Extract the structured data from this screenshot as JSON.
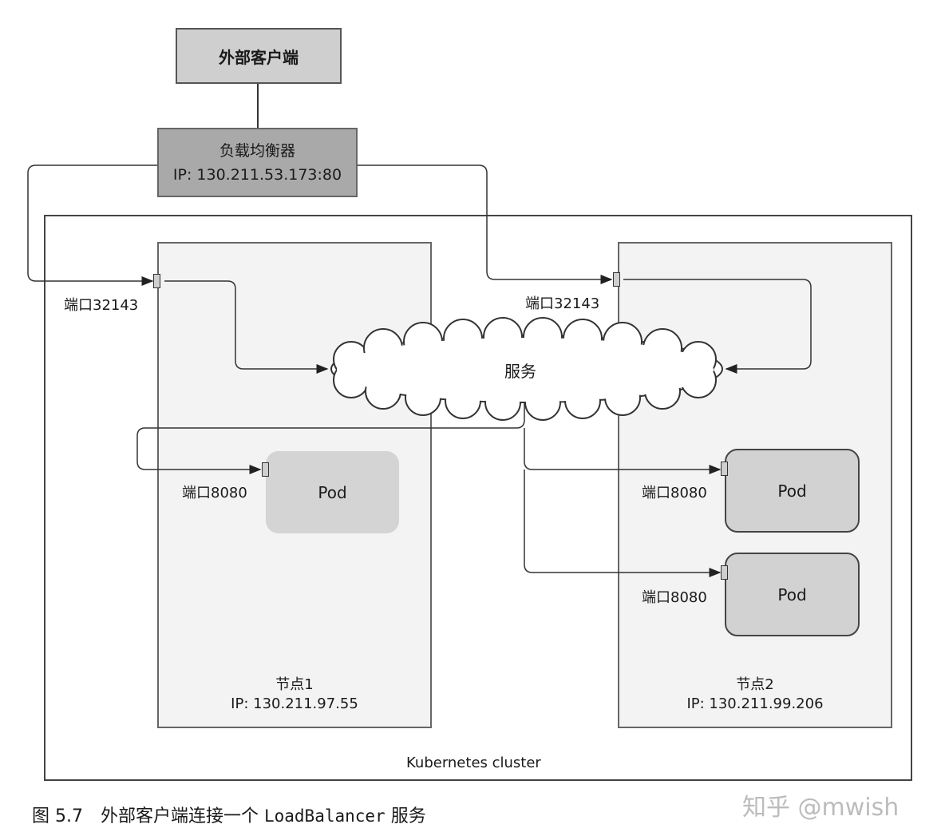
{
  "external_client": {
    "label": "外部客户端"
  },
  "load_balancer": {
    "title": "负载均衡器",
    "ip": "IP: 130.211.53.173:80"
  },
  "cluster": {
    "label": "Kubernetes cluster"
  },
  "service": {
    "label": "服务"
  },
  "node1": {
    "name": "节点1",
    "ip": "IP: 130.211.97.55",
    "node_port_label": "端口32143",
    "pods": [
      {
        "label": "Pod",
        "port_label": "端口8080"
      }
    ]
  },
  "node2": {
    "name": "节点2",
    "ip": "IP: 130.211.99.206",
    "node_port_label": "端口32143",
    "pods": [
      {
        "label": "Pod",
        "port_label": "端口8080"
      },
      {
        "label": "Pod",
        "port_label": "端口8080"
      }
    ]
  },
  "caption": {
    "prefix": "图 5.7　外部客户端连接一个 ",
    "code": "LoadBalancer",
    "suffix": " 服务"
  },
  "watermark": "知乎 @mwish"
}
